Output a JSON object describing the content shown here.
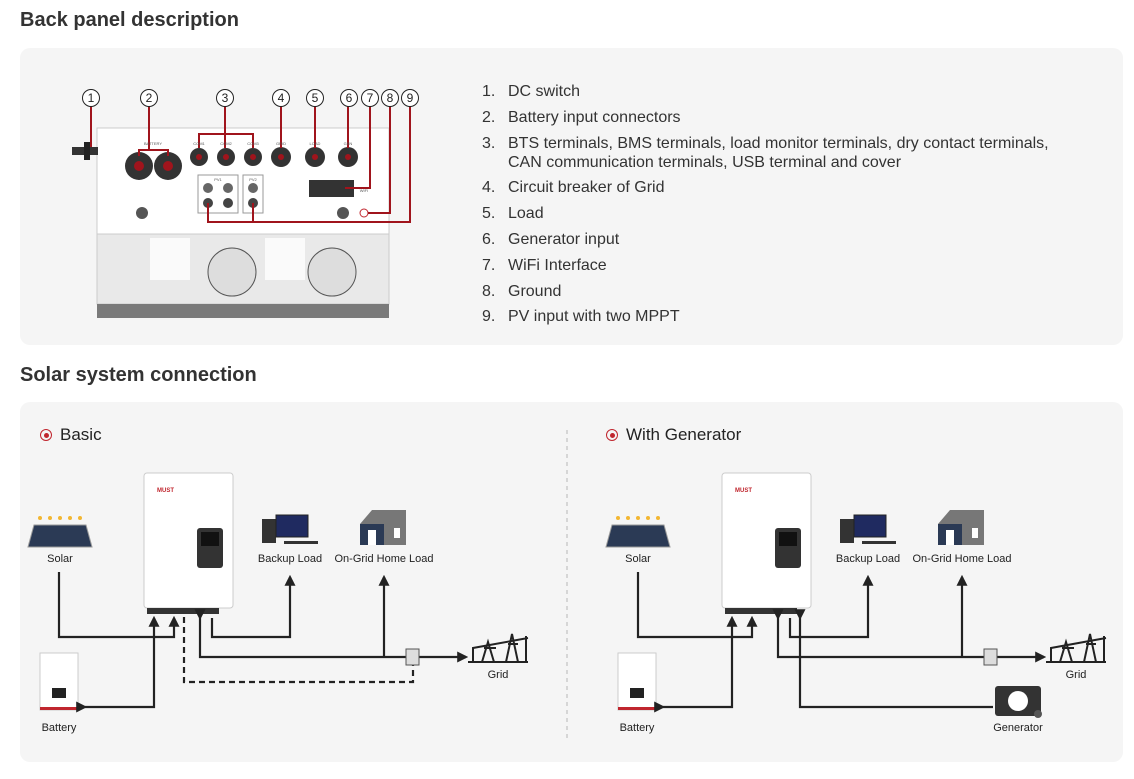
{
  "sections": {
    "back_panel_title": "Back panel description",
    "solar_title": "Solar system connection"
  },
  "back_panel": {
    "callout_numbers": [
      "1",
      "2",
      "3",
      "4",
      "5",
      "6",
      "7",
      "8",
      "9"
    ],
    "items": [
      {
        "num": "1.",
        "text": "DC switch"
      },
      {
        "num": "2.",
        "text": "Battery input connectors"
      },
      {
        "num": "3.",
        "text": "BTS terminals, BMS terminals, load monitor terminals, dry contact terminals, CAN communication terminals, USB terminal and cover"
      },
      {
        "num": "4.",
        "text": "Circuit breaker of Grid"
      },
      {
        "num": "5.",
        "text": "Load"
      },
      {
        "num": "6.",
        "text": "Generator input"
      },
      {
        "num": "7.",
        "text": "WiFi Interface"
      },
      {
        "num": "8.",
        "text": "Ground"
      },
      {
        "num": "9.",
        "text": "PV input with two MPPT"
      }
    ],
    "port_labels": [
      "BATTERY",
      "COM1",
      "COM2",
      "COM3",
      "GRID",
      "LOAD",
      "GEN",
      "PV1",
      "PV2",
      "WIFI"
    ]
  },
  "diagrams": {
    "basic": {
      "title": "Basic",
      "solar": "Solar",
      "backup_load": "Backup Load",
      "home_load": "On-Grid Home Load",
      "grid": "Grid",
      "battery": "Battery"
    },
    "generator": {
      "title": "With Generator",
      "solar": "Solar",
      "backup_load": "Backup Load",
      "home_load": "On-Grid Home Load",
      "grid": "Grid",
      "battery": "Battery",
      "generator": "Generator"
    },
    "brand": "MUST"
  },
  "colors": {
    "accent": "#c0262e",
    "panel_bg": "#f5f5f5",
    "line": "#222222"
  }
}
